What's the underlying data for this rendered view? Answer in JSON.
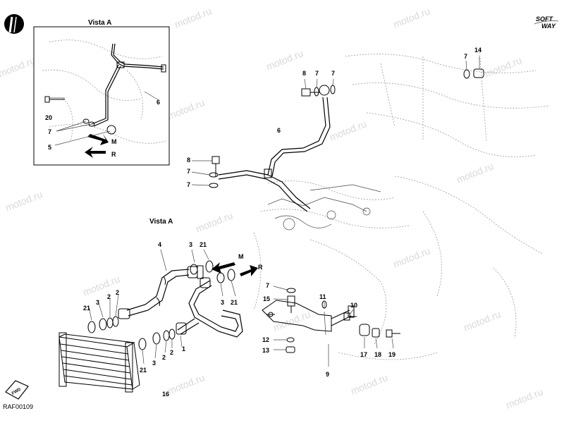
{
  "title": "",
  "view_label_inset": "Vista A",
  "view_label_main": "Vista A",
  "drawing_code": "RAF00109",
  "brand": {
    "line1": "SOFT",
    "line2": "WAY"
  },
  "fwd_badge": "FWD",
  "watermark": "motod.ru",
  "flow": {
    "in": "M",
    "out": "R"
  },
  "inset_labels": {
    "p20": "20",
    "p7": "7",
    "p5": "5",
    "p6": "6"
  },
  "callouts": {
    "c8a": "8",
    "c7a": "7",
    "c7b": "7",
    "c6": "6",
    "c7c": "7",
    "c14": "14",
    "c8b": "8",
    "c7d": "7",
    "c7e": "7",
    "c4": "4",
    "c3a": "3",
    "c21a": "21",
    "c21b": "21",
    "c3b": "3",
    "c2a": "2",
    "c2b": "2",
    "c3c": "3",
    "c21c": "21",
    "c21d": "21",
    "c3d": "3",
    "c2c": "2",
    "c2d": "2",
    "c1": "1",
    "c16": "16",
    "c7f": "7",
    "c15": "15",
    "c11": "11",
    "c10": "10",
    "c12": "12",
    "c13": "13",
    "c9": "9",
    "c17": "17",
    "c18": "18",
    "c19": "19"
  }
}
